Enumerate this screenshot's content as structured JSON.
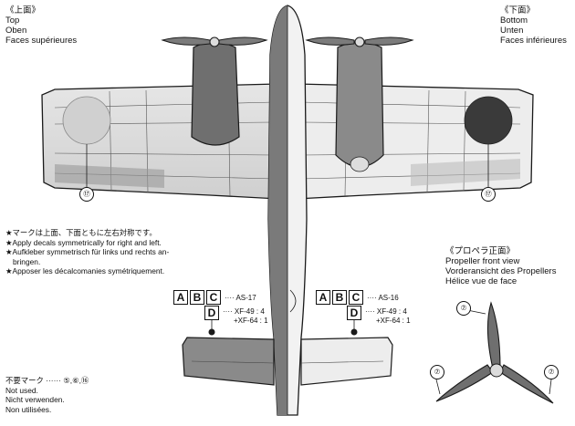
{
  "top_view": {
    "title": "《上面》",
    "lines": [
      "Top",
      "Oben",
      "Faces supérieures"
    ]
  },
  "bottom_view": {
    "title": "《下面》",
    "lines": [
      "Bottom",
      "Unten",
      "Faces inférieures"
    ]
  },
  "propeller_view": {
    "title": "《プロペラ正面》",
    "lines": [
      "Propeller front view",
      "Vorderansicht des Propellers",
      "Hélice vue de face"
    ]
  },
  "decal_callout": "⑰",
  "propeller_callout": "⑦",
  "symmetry_note": [
    "★マークは上面、下面ともに左右対称です。",
    "★Apply decals symmetrically for right and left.",
    "★Aufkleber symmetrisch für links und rechts an-",
    "bringen.",
    "★Apposer les décalcomanies symétriquement."
  ],
  "paint_left": {
    "letters": [
      "A",
      "B",
      "C"
    ],
    "code": "···· AS-17",
    "letter2": "D",
    "mix": [
      "···· XF-49 : 4",
      "+XF-64 : 1"
    ]
  },
  "paint_right": {
    "letters": [
      "A",
      "B",
      "C"
    ],
    "code": "···· AS-16",
    "letter2": "D",
    "mix": [
      "···· XF-49 : 4",
      "+XF-64 : 1"
    ]
  },
  "not_used": {
    "title": "不要マーク ······ ⑤,⑥,⑯",
    "lines": [
      "Not used.",
      "Nicht verwenden.",
      "Non utilisées."
    ]
  },
  "colors": {
    "line": "#1a1a1a",
    "shade": "#7a7a7a",
    "light_shade": "#c9c9c9",
    "hinomaru_top": "#d0d0d0",
    "hinomaru_bottom": "#3a3a3a"
  }
}
